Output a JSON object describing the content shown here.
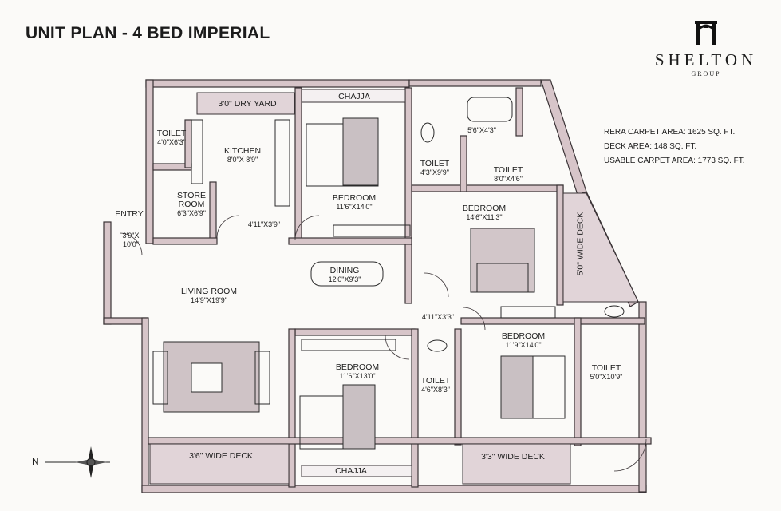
{
  "title": "UNIT PLAN - 4 BED  IMPERIAL",
  "logo": {
    "brand": "SHELTON",
    "group": "GROUP"
  },
  "areas": [
    "RERA CARPET AREA: 1625 SQ. FT.",
    "DECK AREA: 148 SQ. FT.",
    "USABLE CARPET AREA: 1773 SQ. FT."
  ],
  "rooms": {
    "dry_yard": {
      "name": "3'0\" DRY YARD"
    },
    "chajja_top": {
      "name": "CHAJJA"
    },
    "chajja_bottom": {
      "name": "CHAJJA"
    },
    "toilet_left": {
      "name": "TOILET",
      "dim": "4'0\"X6'3\""
    },
    "kitchen": {
      "name": "KITCHEN",
      "dim": "8'0\"X 8'9\""
    },
    "store_room": {
      "name": "STORE",
      "name2": "ROOM",
      "dim": "6'3\"X6'9\""
    },
    "passage_kitchen": {
      "dim": "4'11\"X3'9\""
    },
    "bedroom_top": {
      "name": "BEDROOM",
      "dim": "11'6\"X14'0\""
    },
    "toilet_mid_top": {
      "name": "TOILET",
      "dim": "4'3\"X9'9\""
    },
    "bath_top": {
      "dim": "5'6\"X4'3\""
    },
    "toilet_right_top": {
      "name": "TOILET",
      "dim": "8'0\"X4'6\""
    },
    "bedroom_right_top": {
      "name": "BEDROOM",
      "dim": "14'6\"X11'3\""
    },
    "wide_deck_right": {
      "name": "5'0\" WIDE DECK"
    },
    "entry": {
      "name": "ENTRY",
      "dim": "3'9\"X",
      "dim2": "10'0\""
    },
    "dining": {
      "name": "DINING",
      "dim": "12'0\"X9'3\""
    },
    "living_room": {
      "name": "LIVING ROOM",
      "dim": "14'9\"X19'9\""
    },
    "passage_mid": {
      "dim": "4'11\"X3'3\""
    },
    "bedroom_bottom_mid": {
      "name": "BEDROOM",
      "dim": "11'6\"X13'0\""
    },
    "toilet_bottom_mid": {
      "name": "TOILET",
      "dim": "4'6\"X8'3\""
    },
    "bedroom_bottom_right": {
      "name": "BEDROOM",
      "dim": "11'9\"X14'0\""
    },
    "toilet_bottom_right": {
      "name": "TOILET",
      "dim": "5'0\"X10'9\""
    },
    "deck_bottom_left": {
      "name": "3'6\" WIDE DECK"
    },
    "deck_bottom_right": {
      "name": "3'3\" WIDE DECK"
    }
  },
  "compass": {
    "north_label": "N"
  },
  "colors": {
    "wall": "#d7c5c9",
    "wall_stroke": "#3a3336",
    "deck": "#e1d4d8",
    "furniture": "#2b2b2b",
    "ink": "#1c1c1c"
  }
}
